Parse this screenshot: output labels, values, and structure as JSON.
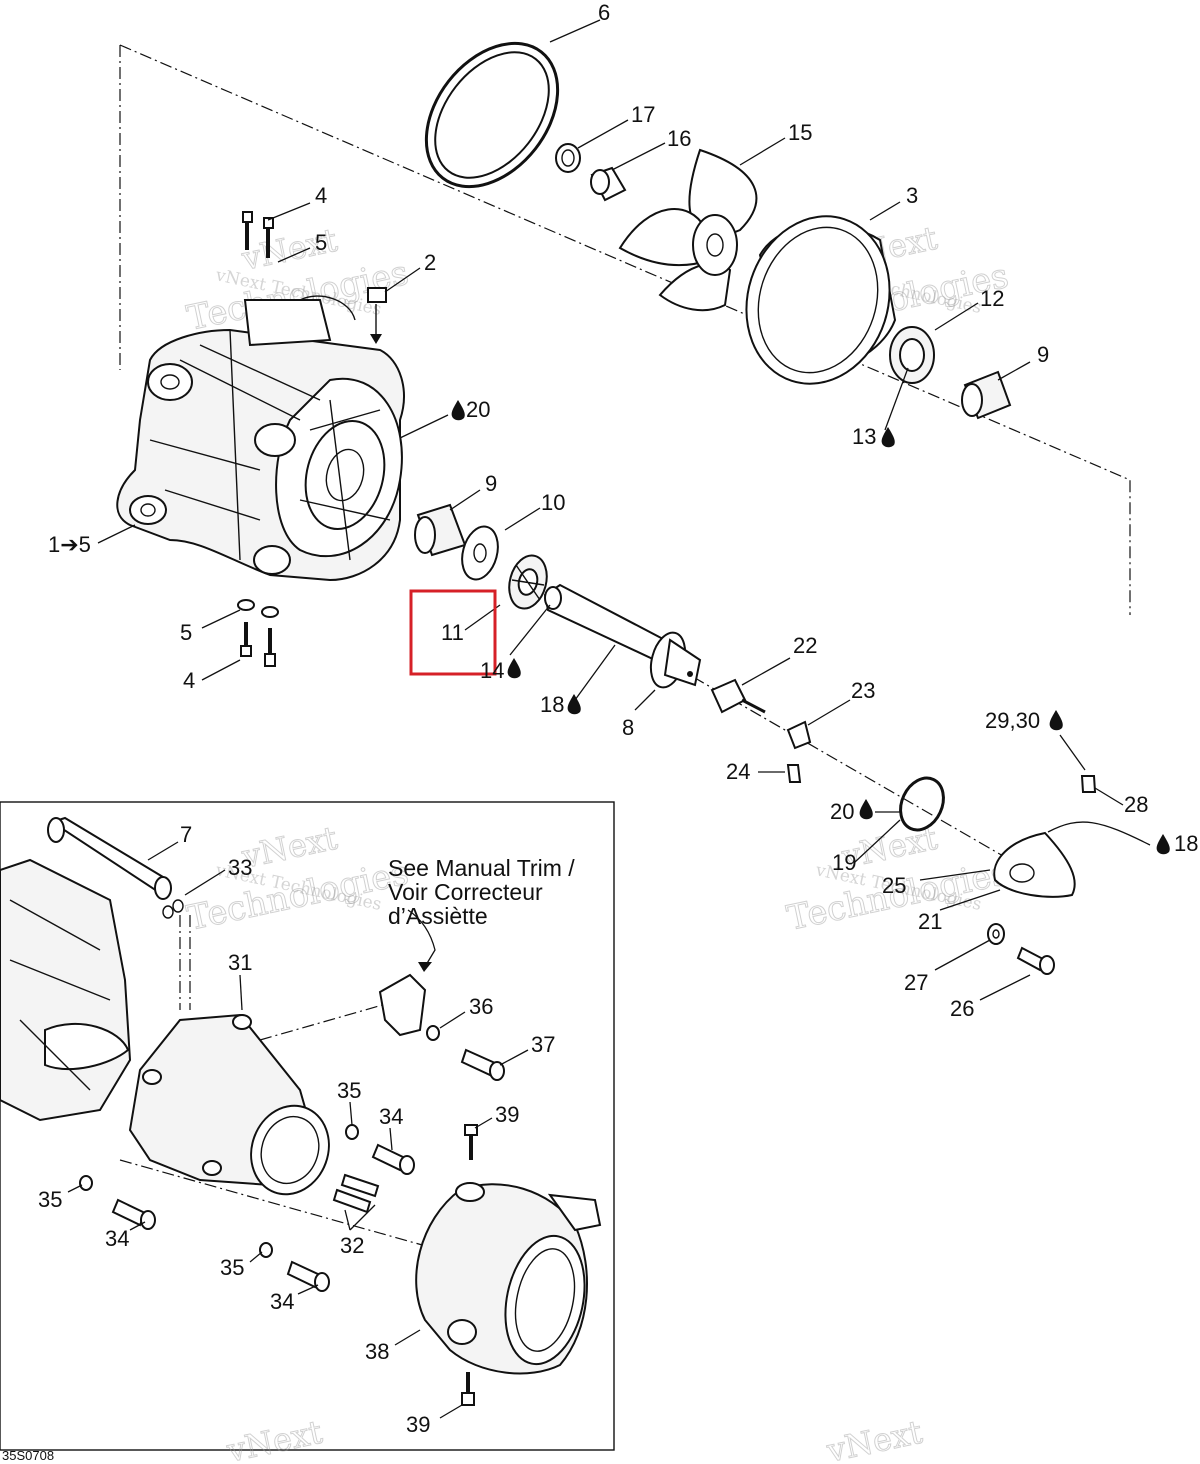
{
  "labels": [
    {
      "id": "6",
      "text": "6"
    },
    {
      "id": "17",
      "text": "17"
    },
    {
      "id": "16",
      "text": "16"
    },
    {
      "id": "15",
      "text": "15"
    },
    {
      "id": "3",
      "text": "3"
    },
    {
      "id": "4a",
      "text": "4"
    },
    {
      "id": "5a",
      "text": "5"
    },
    {
      "id": "2",
      "text": "2"
    },
    {
      "id": "12",
      "text": "12"
    },
    {
      "id": "9a",
      "text": "9"
    },
    {
      "id": "20a",
      "text": "20"
    },
    {
      "id": "13",
      "text": "13"
    },
    {
      "id": "9b",
      "text": "9"
    },
    {
      "id": "10",
      "text": "10"
    },
    {
      "id": "1to5",
      "text": "1➔5"
    },
    {
      "id": "11",
      "text": "11"
    },
    {
      "id": "14",
      "text": "14"
    },
    {
      "id": "5b",
      "text": "5"
    },
    {
      "id": "4b",
      "text": "4"
    },
    {
      "id": "18a",
      "text": "18"
    },
    {
      "id": "8",
      "text": "8"
    },
    {
      "id": "22",
      "text": "22"
    },
    {
      "id": "23",
      "text": "23"
    },
    {
      "id": "29_30",
      "text": "29,30"
    },
    {
      "id": "24",
      "text": "24"
    },
    {
      "id": "28",
      "text": "28"
    },
    {
      "id": "20b",
      "text": "20"
    },
    {
      "id": "18b",
      "text": "18"
    },
    {
      "id": "19",
      "text": "19"
    },
    {
      "id": "25",
      "text": "25"
    },
    {
      "id": "21",
      "text": "21"
    },
    {
      "id": "27",
      "text": "27"
    },
    {
      "id": "26",
      "text": "26"
    },
    {
      "id": "7",
      "text": "7"
    },
    {
      "id": "33",
      "text": "33"
    },
    {
      "id": "31",
      "text": "31"
    },
    {
      "id": "36",
      "text": "36"
    },
    {
      "id": "37",
      "text": "37"
    },
    {
      "id": "35a",
      "text": "35"
    },
    {
      "id": "34a",
      "text": "34"
    },
    {
      "id": "39a",
      "text": "39"
    },
    {
      "id": "35b",
      "text": "35"
    },
    {
      "id": "34b",
      "text": "34"
    },
    {
      "id": "32",
      "text": "32"
    },
    {
      "id": "35c",
      "text": "35"
    },
    {
      "id": "34c",
      "text": "34"
    },
    {
      "id": "38",
      "text": "38"
    },
    {
      "id": "39b",
      "text": "39"
    }
  ],
  "note": {
    "line1": "See Manual Trim /",
    "line2": "Voir Correcteur",
    "line3": "d’Assiètte"
  },
  "drawing_code": "35S0708",
  "watermark": {
    "line1": "vNext Technologies",
    "big1": "vNext",
    "big2": "Technologies"
  },
  "colors": {
    "highlight_box": "#d62027",
    "ink": "#111111"
  },
  "highlighted_part": "11"
}
